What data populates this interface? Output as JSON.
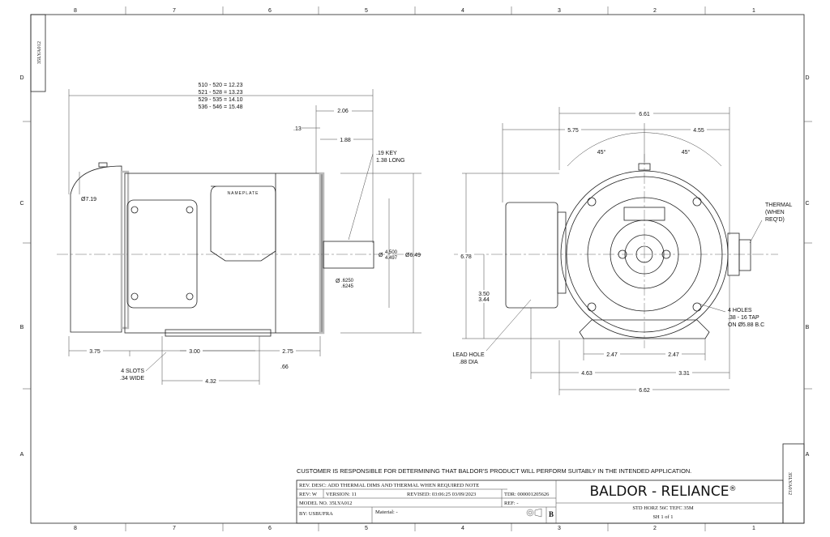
{
  "grid": {
    "columns": [
      "8",
      "7",
      "6",
      "5",
      "4",
      "3",
      "2",
      "1"
    ],
    "rows": [
      "D",
      "C",
      "B",
      "A"
    ]
  },
  "side_tab": "35LYA012",
  "side_tab_bottom": "35LYA012",
  "left_view": {
    "overall_lengths": [
      "510 - 520 = 12.23",
      "521 - 528 = 13.23",
      "529 - 535 = 14.10",
      "536 - 546 = 15.48"
    ],
    "dim_2_06": "2.06",
    "dim_13": ".13",
    "dim_1_88": "1.88",
    "key_note": [
      ".19 KEY",
      "1.38 LONG"
    ],
    "nameplate": "NAMEPLATE",
    "dia_7_19": "Ø7.19",
    "dia_4500": "4.500",
    "dia_4497": "4.497",
    "dia_symbol": "Ø",
    "dia_6_49": "Ø6.49",
    "dia_6250": ".6250",
    "dia_6245": ".6245",
    "dim_3_75": "3.75",
    "dim_3_00": "3.00",
    "dim_2_75": "2.75",
    "dim_66": ".66",
    "dim_4_32": "4.32",
    "slots_note": [
      "4 SLOTS",
      ".34 WIDE"
    ]
  },
  "right_view": {
    "dim_6_61": "6.61",
    "dim_5_75": "5.75",
    "dim_4_55": "4.55",
    "angle_left": "45°",
    "angle_right": "45°",
    "thermal_note": [
      "THERMAL",
      "(WHEN",
      "REQ'D)"
    ],
    "dim_6_78": "6.78",
    "dim_3_50": "3.50",
    "dim_3_44": "3.44",
    "holes_note": [
      "4 HOLES",
      ".38 - 16 TAP",
      "ON Ø5.88 B.C"
    ],
    "lead_hole_note": [
      "LEAD HOLE",
      ".88 DIA"
    ],
    "dim_2_47_left": "2.47",
    "dim_2_47_right": "2.47",
    "dim_4_63": "4.63",
    "dim_3_31": "3.31",
    "dim_6_62": "6.62"
  },
  "notice": "CUSTOMER IS RESPONSIBLE FOR DETERMINING THAT BALDOR'S PRODUCT WILL PERFORM SUITABLY IN THE INTENDED APPLICATION.",
  "title_block": {
    "rev_desc": "REV. DESC: ADD THERMAL DIMS AND THERMAL WHEN REQUIRED NOTE",
    "rev": "REV:  W",
    "version": "VERSION:  11",
    "revised": "REVISED:  03:06:25 03/09/2023",
    "tdr": "TDR:  000001205626",
    "model_no": "MODEL NO.  35LYA012",
    "ref": "REF:  -",
    "by": "BY: USBUFRA",
    "material": "Material:  -",
    "size": "B",
    "brand": "BALDOR - RELIANCE",
    "brand_mark": "®",
    "description": "STD HORZ 56C TEFC 35M",
    "sheet": "SH 1 of 1"
  }
}
